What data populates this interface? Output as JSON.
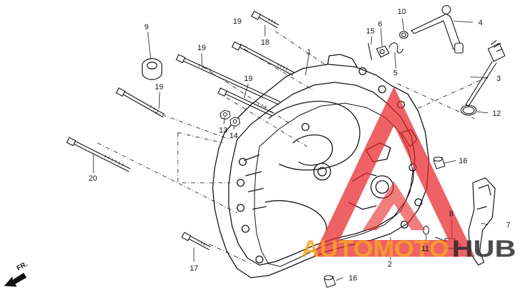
{
  "diagram": {
    "part_labels": [
      {
        "id": "p1",
        "text": "1"
      },
      {
        "id": "p2",
        "text": "2"
      },
      {
        "id": "p3",
        "text": "3"
      },
      {
        "id": "p4",
        "text": "4"
      },
      {
        "id": "p5",
        "text": "5"
      },
      {
        "id": "p6",
        "text": "6"
      },
      {
        "id": "p7",
        "text": "7"
      },
      {
        "id": "p8",
        "text": "8"
      },
      {
        "id": "p9",
        "text": "9"
      },
      {
        "id": "p10",
        "text": "10"
      },
      {
        "id": "p11",
        "text": "11"
      },
      {
        "id": "p12",
        "text": "12"
      },
      {
        "id": "p13",
        "text": "13"
      },
      {
        "id": "p14",
        "text": "14"
      },
      {
        "id": "p15",
        "text": "15"
      },
      {
        "id": "p16a",
        "text": "16"
      },
      {
        "id": "p16b",
        "text": "16"
      },
      {
        "id": "p17",
        "text": "17"
      },
      {
        "id": "p18",
        "text": "18"
      },
      {
        "id": "p19a",
        "text": "19"
      },
      {
        "id": "p19b",
        "text": "19"
      },
      {
        "id": "p19c",
        "text": "19"
      },
      {
        "id": "p19d",
        "text": "19"
      },
      {
        "id": "p20",
        "text": "20"
      }
    ],
    "direction_label": "FR.",
    "watermark": {
      "text_orange": "AUTOMOTO",
      "text_dark": "HUB",
      "color_red": "#e8262a",
      "color_orange": "#f5a623",
      "color_dark": "#2b2b2b"
    }
  }
}
